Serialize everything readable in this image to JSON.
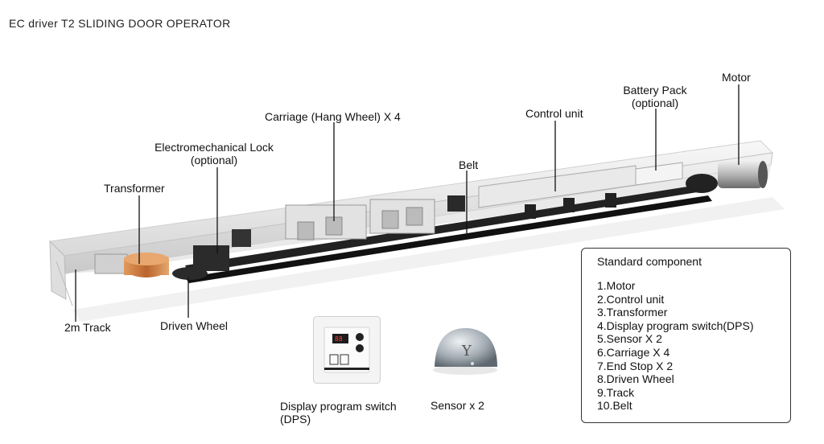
{
  "page_title": "EC driver T2  SLIDING DOOR OPERATOR",
  "labels": {
    "motor": "Motor",
    "battery_pack": "Battery Pack",
    "battery_pack_note": "(optional)",
    "control_unit": "Control unit",
    "carriage": "Carriage (Hang Wheel) X 4",
    "belt": "Belt",
    "lock": "Electromechanical Lock",
    "lock_note": "(optional)",
    "transformer": "Transformer",
    "track": "2m Track",
    "driven_wheel": "Driven Wheel",
    "dps_line1": "Display program switch",
    "dps_line2": "(DPS)",
    "sensor": "Sensor x 2"
  },
  "legend": {
    "title": "Standard component",
    "items": [
      "1.Motor",
      "2.Control unit",
      "3.Transformer",
      "4.Display program switch(DPS)",
      "5.Sensor X 2",
      "6.Carriage X 4",
      "7.End Stop X 2",
      "8.Driven Wheel",
      "9.Track",
      "10.Belt"
    ]
  },
  "colors": {
    "track": "#e6e6e6",
    "belt": "#1e1e1e",
    "transformer": "#c8763a",
    "sensor": "#9aa3ab"
  }
}
